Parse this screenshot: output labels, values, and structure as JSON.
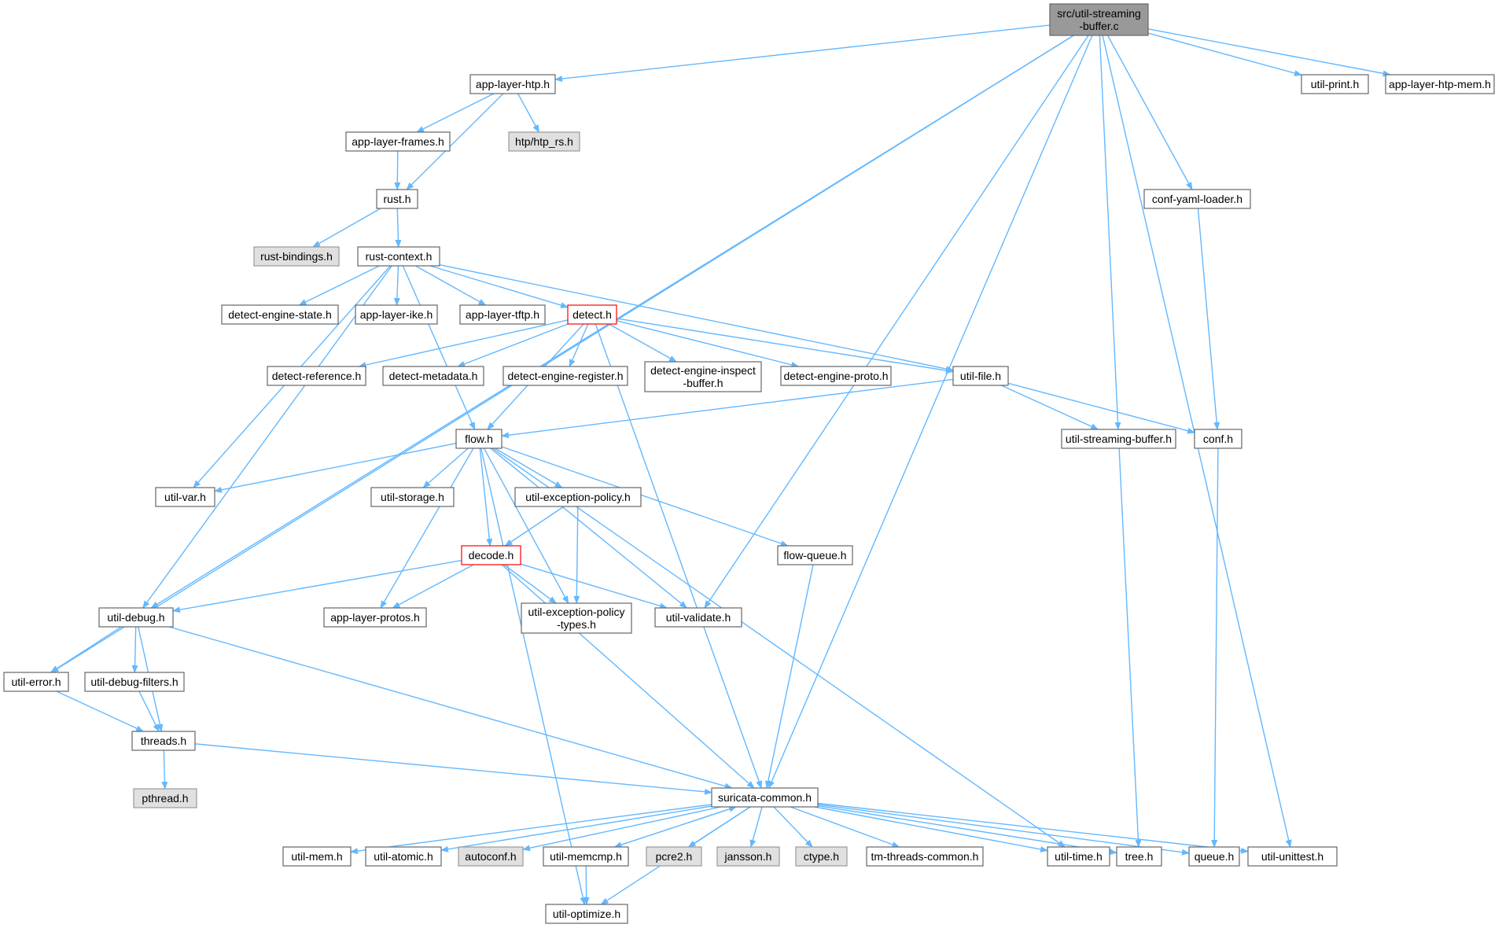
{
  "colors": {
    "edge": "#63b8ff",
    "root_fill": "#999999",
    "normal_fill": "#ffffff",
    "external_fill": "#e0e0e0",
    "external_stroke": "#999999",
    "highlight_stroke": "#ff0000",
    "node_stroke": "#666666"
  },
  "nodes": [
    {
      "id": "root",
      "label": [
        "src/util-streaming",
        "-buffer.c"
      ],
      "kind": "root"
    },
    {
      "id": "htp",
      "label": [
        "app-layer-htp.h"
      ],
      "kind": "normal"
    },
    {
      "id": "print",
      "label": [
        "util-print.h"
      ],
      "kind": "normal"
    },
    {
      "id": "htpmem",
      "label": [
        "app-layer-htp-mem.h"
      ],
      "kind": "normal"
    },
    {
      "id": "frames",
      "label": [
        "app-layer-frames.h"
      ],
      "kind": "normal"
    },
    {
      "id": "htprs",
      "label": [
        "htp/htp_rs.h"
      ],
      "kind": "external"
    },
    {
      "id": "rust",
      "label": [
        "rust.h"
      ],
      "kind": "normal"
    },
    {
      "id": "confyaml",
      "label": [
        "conf-yaml-loader.h"
      ],
      "kind": "normal"
    },
    {
      "id": "rustbind",
      "label": [
        "rust-bindings.h"
      ],
      "kind": "external"
    },
    {
      "id": "rustctx",
      "label": [
        "rust-context.h"
      ],
      "kind": "normal"
    },
    {
      "id": "destate",
      "label": [
        "detect-engine-state.h"
      ],
      "kind": "normal"
    },
    {
      "id": "ike",
      "label": [
        "app-layer-ike.h"
      ],
      "kind": "normal"
    },
    {
      "id": "tftp",
      "label": [
        "app-layer-tftp.h"
      ],
      "kind": "normal"
    },
    {
      "id": "detect",
      "label": [
        "detect.h"
      ],
      "kind": "highlight"
    },
    {
      "id": "dref",
      "label": [
        "detect-reference.h"
      ],
      "kind": "normal"
    },
    {
      "id": "dmeta",
      "label": [
        "detect-metadata.h"
      ],
      "kind": "normal"
    },
    {
      "id": "dreg",
      "label": [
        "detect-engine-register.h"
      ],
      "kind": "normal"
    },
    {
      "id": "dinsp",
      "label": [
        "detect-engine-inspect",
        "-buffer.h"
      ],
      "kind": "normal"
    },
    {
      "id": "dproto",
      "label": [
        "detect-engine-proto.h"
      ],
      "kind": "normal"
    },
    {
      "id": "ufile",
      "label": [
        "util-file.h"
      ],
      "kind": "normal"
    },
    {
      "id": "flow",
      "label": [
        "flow.h"
      ],
      "kind": "normal"
    },
    {
      "id": "usb",
      "label": [
        "util-streaming-buffer.h"
      ],
      "kind": "normal"
    },
    {
      "id": "conf",
      "label": [
        "conf.h"
      ],
      "kind": "normal"
    },
    {
      "id": "uvar",
      "label": [
        "util-var.h"
      ],
      "kind": "normal"
    },
    {
      "id": "ustor",
      "label": [
        "util-storage.h"
      ],
      "kind": "normal"
    },
    {
      "id": "uexc",
      "label": [
        "util-exception-policy.h"
      ],
      "kind": "normal"
    },
    {
      "id": "decode",
      "label": [
        "decode.h"
      ],
      "kind": "highlight"
    },
    {
      "id": "fqueue",
      "label": [
        "flow-queue.h"
      ],
      "kind": "normal"
    },
    {
      "id": "udebug",
      "label": [
        "util-debug.h"
      ],
      "kind": "normal"
    },
    {
      "id": "alprotos",
      "label": [
        "app-layer-protos.h"
      ],
      "kind": "normal"
    },
    {
      "id": "uexct",
      "label": [
        "util-exception-policy",
        "-types.h"
      ],
      "kind": "normal"
    },
    {
      "id": "uval",
      "label": [
        "util-validate.h"
      ],
      "kind": "normal"
    },
    {
      "id": "uerr",
      "label": [
        "util-error.h"
      ],
      "kind": "normal"
    },
    {
      "id": "udf",
      "label": [
        "util-debug-filters.h"
      ],
      "kind": "normal"
    },
    {
      "id": "threads",
      "label": [
        "threads.h"
      ],
      "kind": "normal"
    },
    {
      "id": "pthread",
      "label": [
        "pthread.h"
      ],
      "kind": "external"
    },
    {
      "id": "sc",
      "label": [
        "suricata-common.h"
      ],
      "kind": "normal"
    },
    {
      "id": "umem",
      "label": [
        "util-mem.h"
      ],
      "kind": "normal"
    },
    {
      "id": "uatom",
      "label": [
        "util-atomic.h"
      ],
      "kind": "normal"
    },
    {
      "id": "autoconf",
      "label": [
        "autoconf.h"
      ],
      "kind": "external"
    },
    {
      "id": "umemcmp",
      "label": [
        "util-memcmp.h"
      ],
      "kind": "normal"
    },
    {
      "id": "pcre2",
      "label": [
        "pcre2.h"
      ],
      "kind": "external"
    },
    {
      "id": "jansson",
      "label": [
        "jansson.h"
      ],
      "kind": "external"
    },
    {
      "id": "ctype",
      "label": [
        "ctype.h"
      ],
      "kind": "external"
    },
    {
      "id": "tmtc",
      "label": [
        "tm-threads-common.h"
      ],
      "kind": "normal"
    },
    {
      "id": "utime",
      "label": [
        "util-time.h"
      ],
      "kind": "normal"
    },
    {
      "id": "tree",
      "label": [
        "tree.h"
      ],
      "kind": "normal"
    },
    {
      "id": "queue",
      "label": [
        "queue.h"
      ],
      "kind": "normal"
    },
    {
      "id": "uunit",
      "label": [
        "util-unittest.h"
      ],
      "kind": "normal"
    },
    {
      "id": "uopt",
      "label": [
        "util-optimize.h"
      ],
      "kind": "normal"
    }
  ]
}
